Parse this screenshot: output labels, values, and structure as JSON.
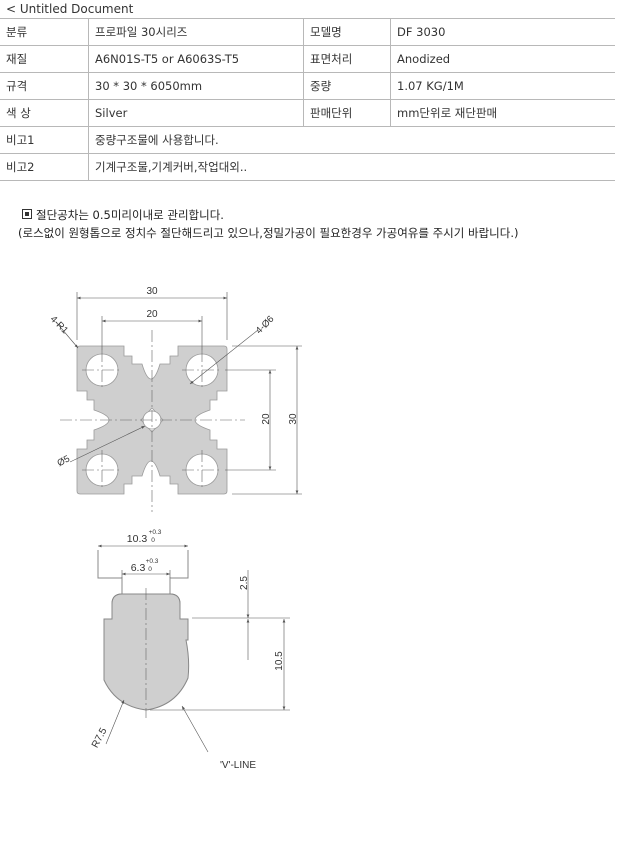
{
  "window": {
    "title": "< Untitled Document"
  },
  "spec_rows": [
    {
      "label": "분류",
      "value": "프로파일 30시리즈",
      "label2": "모델명",
      "value2": "DF 3030"
    },
    {
      "label": "재질",
      "value": "A6N01S-T5 or A6063S-T5",
      "label2": "표면처리",
      "value2": "Anodized"
    },
    {
      "label": "규격",
      "value": "30 * 30 * 6050mm",
      "label2": "중량",
      "value2": "1.07 KG/1M"
    },
    {
      "label": "색 상",
      "value": "Silver",
      "label2": "판매단위",
      "value2": "mm단위로 재단판매"
    }
  ],
  "remarks": [
    {
      "label": "비고1",
      "value": "중량구조물에 사용합니다."
    },
    {
      "label": "비고2",
      "value": "기계구조물,기계커버,작업대외.."
    }
  ],
  "notes": {
    "line1": "절단공차는 0.5미리이내로 관리합니다.",
    "line2": "(로스없이 원형톱으로 정치수 절단해드리고 있으나,정밀가공이 필요한경우 가공여유를 주시기 바랍니다.)"
  },
  "drawing": {
    "dim_30_top": "30",
    "dim_20_top": "20",
    "dim_20_right": "20",
    "dim_30_right": "30",
    "corner_radius": "4-R1",
    "hole_dia": "4-Ø6",
    "center_hole": "Ø5",
    "slot_width_outer": "10.3",
    "slot_width_inner": "6.3",
    "tol_upper": "+0.3",
    "tol_lower": "0",
    "slot_depth": "2.5",
    "slot_height": "10.5",
    "slot_radius": "R7.5",
    "v_line": "'V'-LINE"
  },
  "colors": {
    "profile_fill": "#cfcfcf",
    "line": "#555555",
    "border": "#b8b8b8"
  }
}
